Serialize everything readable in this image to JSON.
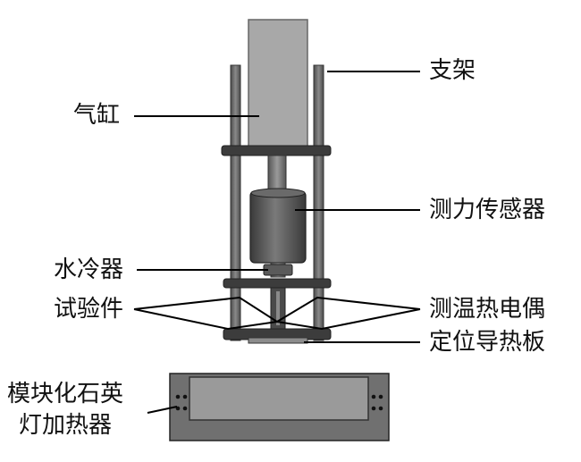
{
  "labels": {
    "bracket": "支架",
    "cylinder": "气缸",
    "load_sensor": "测力传感器",
    "water_cooler": "水冷器",
    "specimen": "试验件",
    "thermocouple": "测温热电偶",
    "heat_plate": "定位导热板",
    "heater_line1": "模块化石英",
    "heater_line2": "灯加热器"
  },
  "colors": {
    "background": "#ffffff",
    "rod": "#6e6e6e",
    "plate": "#3c3c3c",
    "cylinder_body": "#a8a8a8",
    "sensor_body": "#5a5a5a",
    "heater_box": "#707070",
    "heater_window": "#9a9a9a",
    "leader_line": "#000000",
    "text": "#111111"
  }
}
